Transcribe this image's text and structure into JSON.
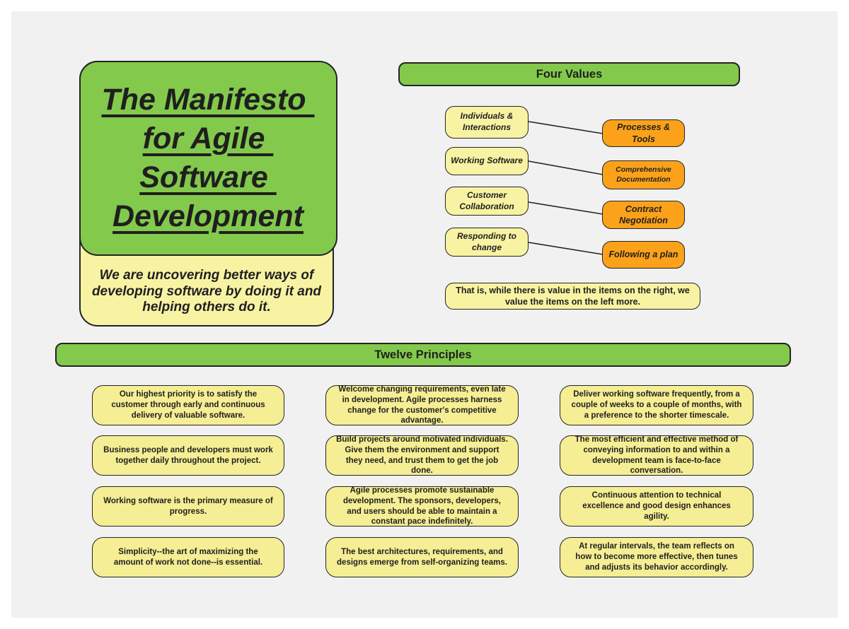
{
  "colors": {
    "page": "#ffffff",
    "canvas": "#f1f1f2",
    "green": "#83c94c",
    "yellowLight": "#f8f3a3",
    "yellow": "#f5ee94",
    "orange": "#fba21a",
    "ink": "#242424",
    "text": "#1f1f1f"
  },
  "title": {
    "lines": [
      "The Manifesto ",
      "for Agile ",
      "Software ",
      "Development"
    ],
    "full": "The Manifesto for Agile Software Development",
    "subtitle": "We are uncovering better ways of developing software by doing it and helping others do it."
  },
  "four_values": {
    "header": "Four Values",
    "pairs": [
      {
        "left": "Individuals & Interactions",
        "right": "Processes & Tools"
      },
      {
        "left": "Working Software",
        "right": "Comprehensive Documentation"
      },
      {
        "left": "Customer Collaboration",
        "right": "Contract Negotiation"
      },
      {
        "left": "Responding to change",
        "right": "Following a plan"
      }
    ],
    "note": "That is, while there is value in the items on the right, we value the items on the left more."
  },
  "twelve_principles": {
    "header": "Twelve Principles",
    "items": [
      "Our highest priority is to satisfy the customer through early and continuous delivery of valuable software.",
      "Welcome changing requirements, even late in development. Agile processes harness change for the customer's competitive advantage.",
      "Deliver working software frequently, from a couple of weeks to a couple of months, with a preference to the shorter timescale.",
      "Business people and developers must work together daily throughout the project.",
      "Build projects around motivated individuals. Give them the environment and support they need, and trust them to get the job done.",
      "The most efficient and effective method of conveying information to and within a development team is face-to-face conversation.",
      "Working software is the primary measure of progress.",
      "Agile processes promote sustainable development. The sponsors, developers, and users should be able to maintain a constant pace indefinitely.",
      "Continuous attention to technical excellence and good design enhances agility.",
      "Simplicity--the art of maximizing the amount of work not done--is essential.",
      "The best architectures, requirements, and designs emerge from self-organizing teams.",
      "At regular intervals, the team reflects on how to become more effective, then tunes and adjusts its behavior accordingly."
    ]
  }
}
